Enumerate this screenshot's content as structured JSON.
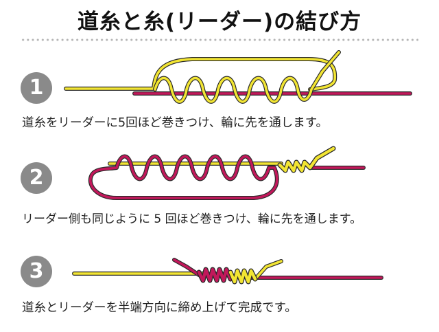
{
  "title": "道糸と糸(リーダー)の結び方",
  "steps": [
    {
      "number": "1",
      "caption": "道糸をリーダーに5回ほど巻きつけ、輪に先を通します。"
    },
    {
      "number": "2",
      "caption": "リーダー側も同じように 5 回ほど巻きつけ、輪に先を通します。"
    },
    {
      "number": "3",
      "caption": "道糸とリーダーを半端方向に締め上げて完成です。"
    }
  ],
  "colors": {
    "main_line": "#f2e533",
    "leader": "#c2185b",
    "outline": "#2a2a2a",
    "badge": "#8a8a8a"
  }
}
